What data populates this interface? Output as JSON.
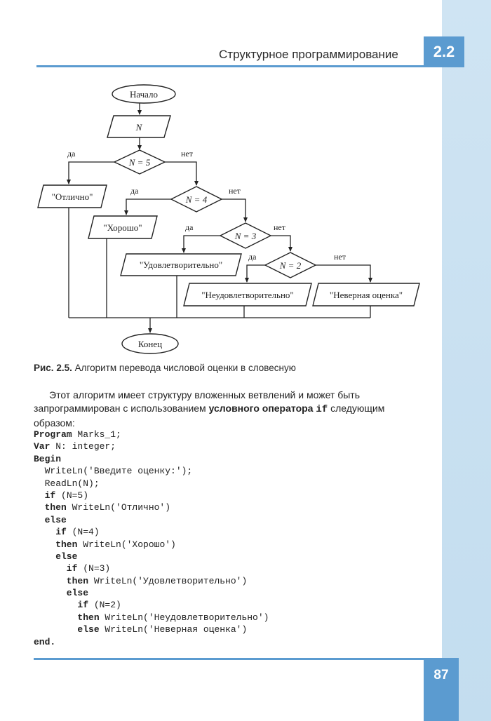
{
  "header": {
    "title": "Структурное программирование",
    "chapter": "2.2"
  },
  "flowchart": {
    "start": "Начало",
    "input": "N",
    "cond1": "N = 5",
    "cond2": "N = 4",
    "cond3": "N = 3",
    "cond4": "N = 2",
    "yes": "да",
    "no": "нет",
    "out1": "\"Отлично\"",
    "out2": "\"Хорошо\"",
    "out3": "\"Удовлетворительно\"",
    "out4": "\"Неудовлетворительно\"",
    "out5": "\"Неверная оценка\"",
    "end": "Конец"
  },
  "caption": {
    "label": "Рис. 2.5.",
    "text": "Алгоритм перевода числовой оценки в словесную"
  },
  "paragraph": {
    "text_before": "Этот алгоритм имеет структуру вложенных ветвлений и может быть запрограммирован с использованием ",
    "bold": "условного оператора",
    "keyword": "if",
    "text_after": "следующим образом:"
  },
  "code_lines": [
    {
      "kw": "Program",
      "rest": " Marks_1;"
    },
    {
      "kw": "Var",
      "rest": " N: integer;"
    },
    {
      "kw": "Begin",
      "rest": ""
    },
    {
      "kw": "",
      "rest": "  WriteLn('Введите оценку:');"
    },
    {
      "kw": "",
      "rest": "  ReadLn(N);"
    },
    {
      "kw": "  if",
      "rest": " (N=5)"
    },
    {
      "kw": "  then",
      "rest": " WriteLn('Отлично')"
    },
    {
      "kw": "  else",
      "rest": ""
    },
    {
      "kw": "    if",
      "rest": " (N=4)"
    },
    {
      "kw": "    then",
      "rest": " WriteLn('Хорошо')"
    },
    {
      "kw": "    else",
      "rest": ""
    },
    {
      "kw": "      if",
      "rest": " (N=3)"
    },
    {
      "kw": "      then",
      "rest": " WriteLn('Удовлетворительно')"
    },
    {
      "kw": "      else",
      "rest": ""
    },
    {
      "kw": "        if",
      "rest": " (N=2)"
    },
    {
      "kw": "        then",
      "rest": " WriteLn('Неудовлетворительно')"
    },
    {
      "kw": "        else",
      "rest": " WriteLn('Неверная оценка')"
    },
    {
      "kw": "end.",
      "rest": ""
    }
  ],
  "page_number": "87"
}
